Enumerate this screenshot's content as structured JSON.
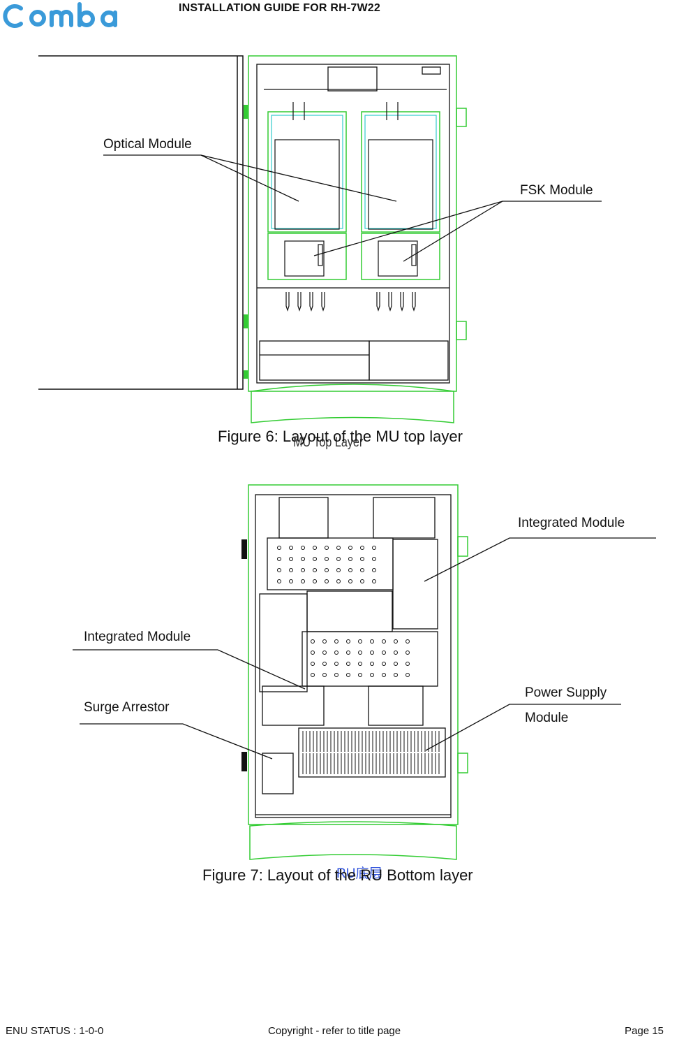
{
  "header": {
    "logo_text": "Comba",
    "title": "INSTALLATION GUIDE FOR RH-7W22"
  },
  "figure6": {
    "callouts": {
      "optical": "Optical Module",
      "fsk": "FSK Module"
    },
    "drawing_label": "MU Top Layer",
    "caption": "Figure 6: Layout of the MU top layer"
  },
  "figure7": {
    "callouts": {
      "integrated_right": "Integrated Module",
      "integrated_left": "Integrated Module",
      "surge": "Surge Arrestor",
      "psu_line1": "Power Supply",
      "psu_line2": "Module"
    },
    "drawing_label": "RU底层",
    "caption": "Figure 7: Layout of the RU Bottom layer"
  },
  "footer": {
    "status": "ENU STATUS : 1-0-0",
    "copyright": "Copyright - refer to title page",
    "page": "Page 15"
  },
  "colors": {
    "logo_blue": "#3a9ad9",
    "enclosure_green": "#33cc33",
    "module_cyan": "#33cccc",
    "label_blue": "#3355dd"
  }
}
